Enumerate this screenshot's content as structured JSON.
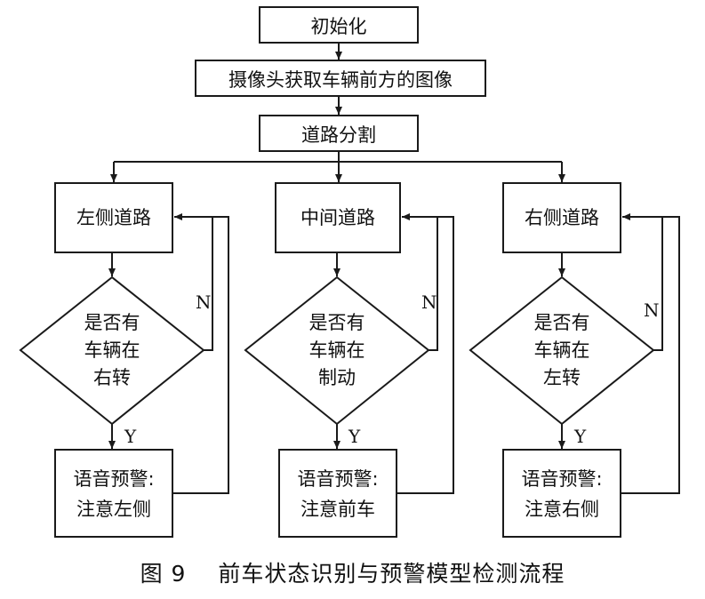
{
  "title_boxes": {
    "init": "初始化",
    "capture": "摄像头获取车辆前方的图像",
    "segment": "道路分割"
  },
  "lanes": [
    {
      "road": "左侧道路",
      "decision": [
        "是否有",
        "车辆在",
        "右转"
      ],
      "warning": [
        "语音预警:",
        "注意左侧"
      ]
    },
    {
      "road": "中间道路",
      "decision": [
        "是否有",
        "车辆在",
        "制动"
      ],
      "warning": [
        "语音预警:",
        "注意前车"
      ]
    },
    {
      "road": "右侧道路",
      "decision": [
        "是否有",
        "车辆在",
        "左转"
      ],
      "warning": [
        "语音预警:",
        "注意右侧"
      ]
    }
  ],
  "labels": {
    "no": "N",
    "yes": "Y"
  },
  "caption": {
    "figure": "图 9",
    "text": "前车状态识别与预警模型检测流程"
  },
  "colors": {
    "line": "#1a1a1a",
    "text": "#111111",
    "fill": "#ffffff"
  }
}
